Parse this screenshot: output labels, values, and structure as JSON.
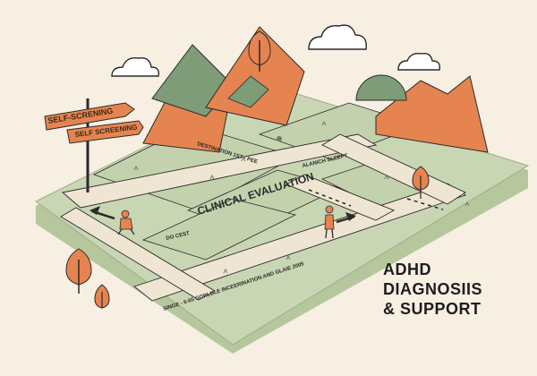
{
  "signpost": {
    "top_sign": "SELF-SCRENING",
    "bottom_sign": "SELF SCREENING"
  },
  "path_labels": {
    "main": "CLINICAL EVALUATION",
    "destination": "DESTINATION 1ST - PEE",
    "alanich": "ALANICH SLEEPT",
    "do_cest": "DO CEST",
    "bottom_path": "SINGE - 6-65 GORLBLE INCEERINATION AND GLAIE 2005"
  },
  "title": {
    "line1": "ADHD",
    "line2": "DIAGNOSIIS",
    "line3": "& SUPPORT"
  },
  "colors": {
    "background": "#f6efe2",
    "grass": "#c9d6b4",
    "grass_dark": "#b6c79d",
    "path": "#efe5d3",
    "orange": "#e58450",
    "sage": "#7e9c77",
    "ink": "#2a2a2a"
  },
  "icons": [
    "tree-icon",
    "cloud-icon",
    "signpost-icon",
    "arrow-left-icon",
    "arrow-right-icon",
    "person-walking-icon",
    "person-sitting-icon",
    "mountain-icon"
  ]
}
